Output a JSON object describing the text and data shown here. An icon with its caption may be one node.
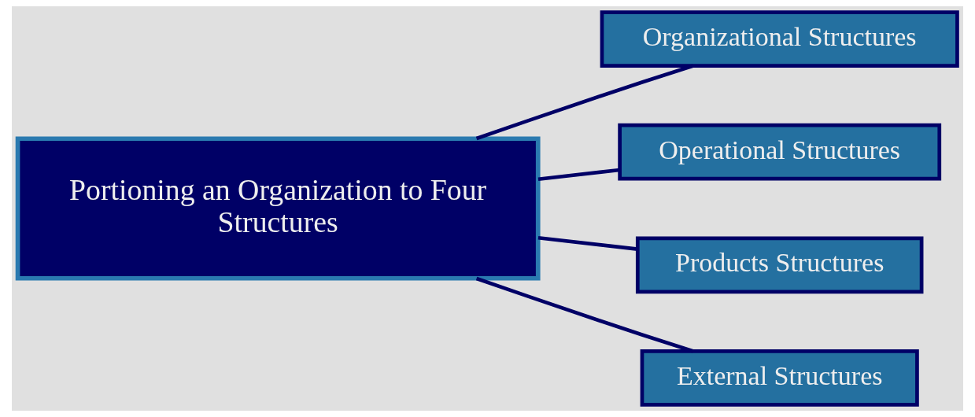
{
  "diagram": {
    "nodes": [
      {
        "text": [
          "Portioning an Organization to Four Structures"
        ]
      },
      {
        "text": [
          "Organizational Structures"
        ]
      },
      {
        "text": [
          "Operational Structures"
        ]
      },
      {
        "text": [
          "Products Structures"
        ]
      },
      {
        "text": [
          "External Structures"
        ]
      }
    ],
    "edges": [
      {
        "from": 0,
        "to": 1,
        "arrow": "none"
      },
      {
        "from": 0,
        "to": 2,
        "arrow": "none"
      },
      {
        "from": 0,
        "to": 3,
        "arrow": "none"
      },
      {
        "from": 0,
        "to": 4,
        "arrow": "none"
      }
    ]
  }
}
